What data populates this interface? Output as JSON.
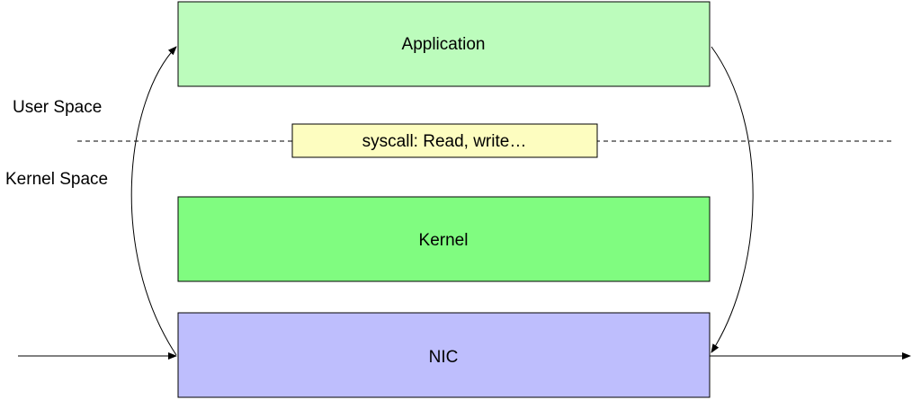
{
  "diagram": {
    "labels": {
      "user_space": "User Space",
      "kernel_space": "Kernel Space"
    },
    "boxes": {
      "application": {
        "label": "Application",
        "fill": "#bcfcbc"
      },
      "syscall": {
        "label": "syscall: Read, write…",
        "fill": "#fdfdc0"
      },
      "kernel": {
        "label": "Kernel",
        "fill": "#80fc80"
      },
      "nic": {
        "label": "NIC",
        "fill": "#bebefd"
      }
    },
    "colors": {
      "stroke": "#000000",
      "boundary_line": "#000000"
    }
  }
}
